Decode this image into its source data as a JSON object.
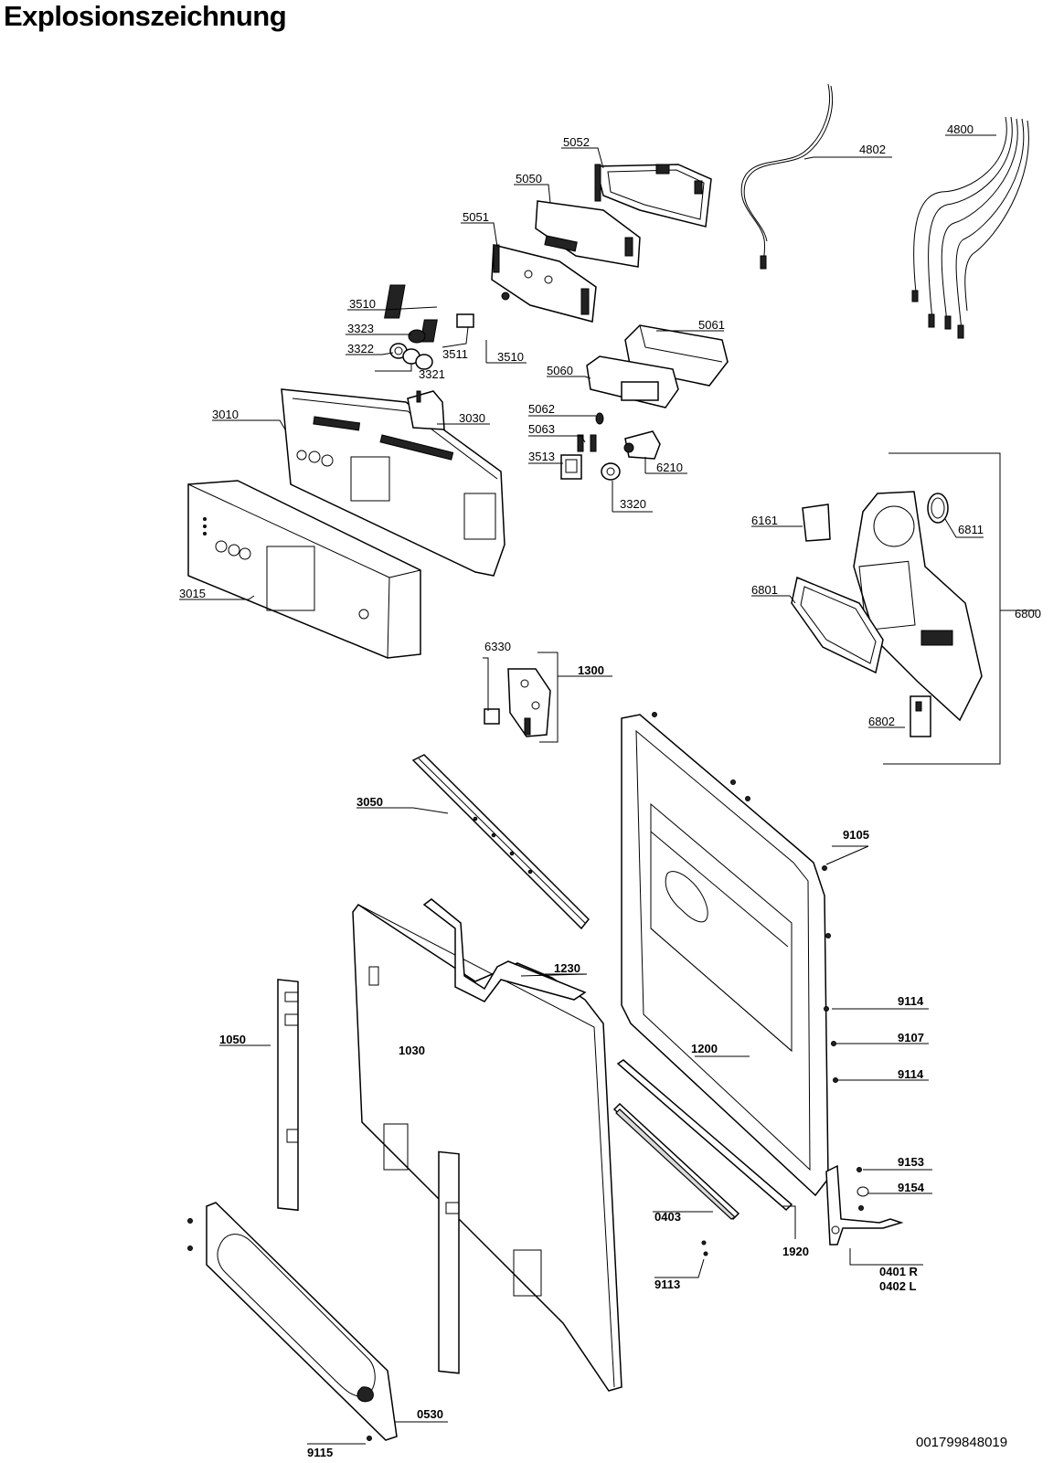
{
  "title": "Explosionszeichnung",
  "document_number": "001799848019",
  "labels": [
    {
      "id": "5052",
      "bold": false
    },
    {
      "id": "4802",
      "bold": false
    },
    {
      "id": "4800",
      "bold": false
    },
    {
      "id": "5050",
      "bold": false
    },
    {
      "id": "5051",
      "bold": false
    },
    {
      "id": "3510",
      "bold": false
    },
    {
      "id": "3323",
      "bold": false
    },
    {
      "id": "3322",
      "bold": false
    },
    {
      "id": "3511",
      "bold": false
    },
    {
      "id": "3510",
      "bold": false
    },
    {
      "id": "3321",
      "bold": false
    },
    {
      "id": "5061",
      "bold": false
    },
    {
      "id": "5060",
      "bold": false
    },
    {
      "id": "3010",
      "bold": false
    },
    {
      "id": "3030",
      "bold": false
    },
    {
      "id": "5062",
      "bold": false
    },
    {
      "id": "5063",
      "bold": false
    },
    {
      "id": "3513",
      "bold": false
    },
    {
      "id": "6210",
      "bold": false
    },
    {
      "id": "3320",
      "bold": false
    },
    {
      "id": "6161",
      "bold": false
    },
    {
      "id": "6811",
      "bold": false
    },
    {
      "id": "3015",
      "bold": false
    },
    {
      "id": "6801",
      "bold": false
    },
    {
      "id": "6800",
      "bold": false
    },
    {
      "id": "6330",
      "bold": false
    },
    {
      "id": "1300",
      "bold": true
    },
    {
      "id": "6802",
      "bold": false
    },
    {
      "id": "3050",
      "bold": true
    },
    {
      "id": "9105",
      "bold": true
    },
    {
      "id": "1230",
      "bold": true
    },
    {
      "id": "9114",
      "bold": true
    },
    {
      "id": "1050",
      "bold": true
    },
    {
      "id": "1030",
      "bold": true
    },
    {
      "id": "1200",
      "bold": true
    },
    {
      "id": "9107",
      "bold": true
    },
    {
      "id": "9114",
      "bold": true
    },
    {
      "id": "9153",
      "bold": true
    },
    {
      "id": "9154",
      "bold": true
    },
    {
      "id": "0403",
      "bold": true
    },
    {
      "id": "1920",
      "bold": true
    },
    {
      "id": "0401 R",
      "bold": true
    },
    {
      "id": "0402 L",
      "bold": true
    },
    {
      "id": "9113",
      "bold": true
    },
    {
      "id": "0530",
      "bold": true
    },
    {
      "id": "9115",
      "bold": true
    }
  ]
}
